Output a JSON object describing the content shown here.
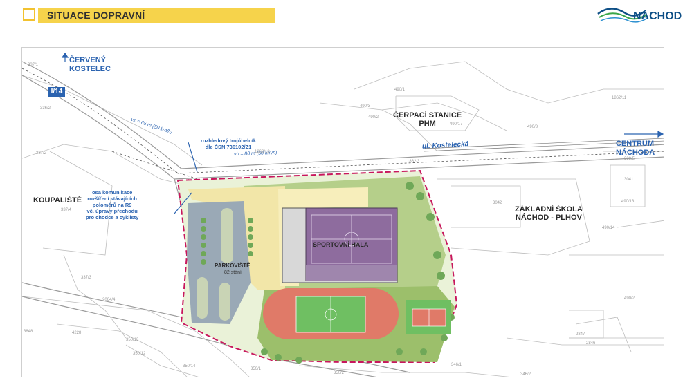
{
  "header": {
    "title": "SITUACE DOPRAVNÍ",
    "logo_text": "NÁCHOD",
    "accent_color": "#f6d34b",
    "logo_color": "#0e4f86"
  },
  "map": {
    "road_badge": "I/14",
    "destinations": {
      "cerveny": [
        "ČERVENÝ",
        "KOSTELEC"
      ],
      "centrum": [
        "CENTRUM",
        "NÁCHODA"
      ]
    },
    "street": "ul. Kostelecká",
    "speed_left": "vz = 65 m (50 km/h)",
    "speed_right": "vb = 80 m (50 km/h)",
    "sight_note": [
      "rozhledový trojúhelník",
      "dle ČSN 736102/Z1"
    ],
    "axis_note": [
      "osa komunikace",
      "rozšíření stávajících",
      "poloměrů na R9",
      "vč. úpravy přechodu",
      "pro chodce a cyklisty"
    ],
    "labels": {
      "koupaliste": "KOUPALIŠTĚ",
      "cerpaci": [
        "ČERPACÍ STANICE",
        "PHM"
      ],
      "skola": [
        "ZÁKLADNÍ ŠKOLA",
        "NÁCHOD - PLHOV"
      ],
      "hala": "SPORTOVNÍ HALA",
      "parkoviste": "PARKOVIŠTĚ",
      "parkoviste_count": "82 stání"
    },
    "parcels": [
      "337/1",
      "336/2",
      "337/2",
      "337/4",
      "337/3",
      "2064/4",
      "3848",
      "4228",
      "350/13",
      "350/12",
      "350/14",
      "350/1",
      "350/2",
      "346/1",
      "346/2",
      "490/1",
      "490/2",
      "490/3",
      "490/17",
      "490/8",
      "1862/11",
      "1862/13",
      "3042",
      "3041",
      "338/5",
      "490/13",
      "490/14",
      "490/2",
      "2847",
      "2846",
      "1862/3"
    ],
    "colors": {
      "boundary": "#c8175d",
      "road": "#2b63b0",
      "hall": "#8e6c9e",
      "track": "#e07a68",
      "field": "#6fbf62",
      "grass": "#9cbf6b",
      "parking": "#9aa9b6",
      "paving": "#f2e6a8"
    }
  }
}
